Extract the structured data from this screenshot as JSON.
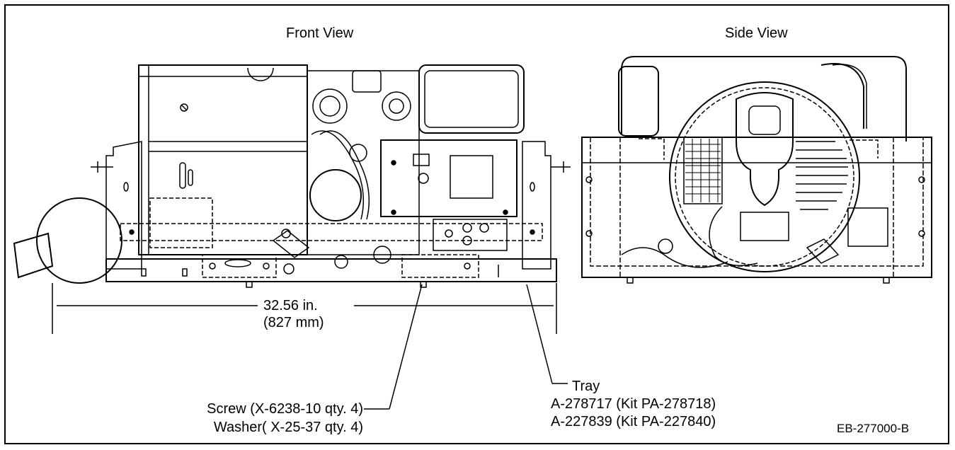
{
  "views": {
    "front": "Front View",
    "side": "Side View"
  },
  "dimension": {
    "inches": "32.56 in.",
    "millimeters": "(827 mm)"
  },
  "callouts": {
    "fastener": {
      "screw": "Screw (X-6238-10 qty. 4)",
      "washer": "Washer( X-25-37 qty. 4)"
    },
    "tray": {
      "label": "Tray",
      "part_1": "A-278717 (Kit PA-278718)",
      "part_2": "A-227839 (Kit PA-227840)"
    }
  },
  "drawing_number": "EB-277000-B"
}
